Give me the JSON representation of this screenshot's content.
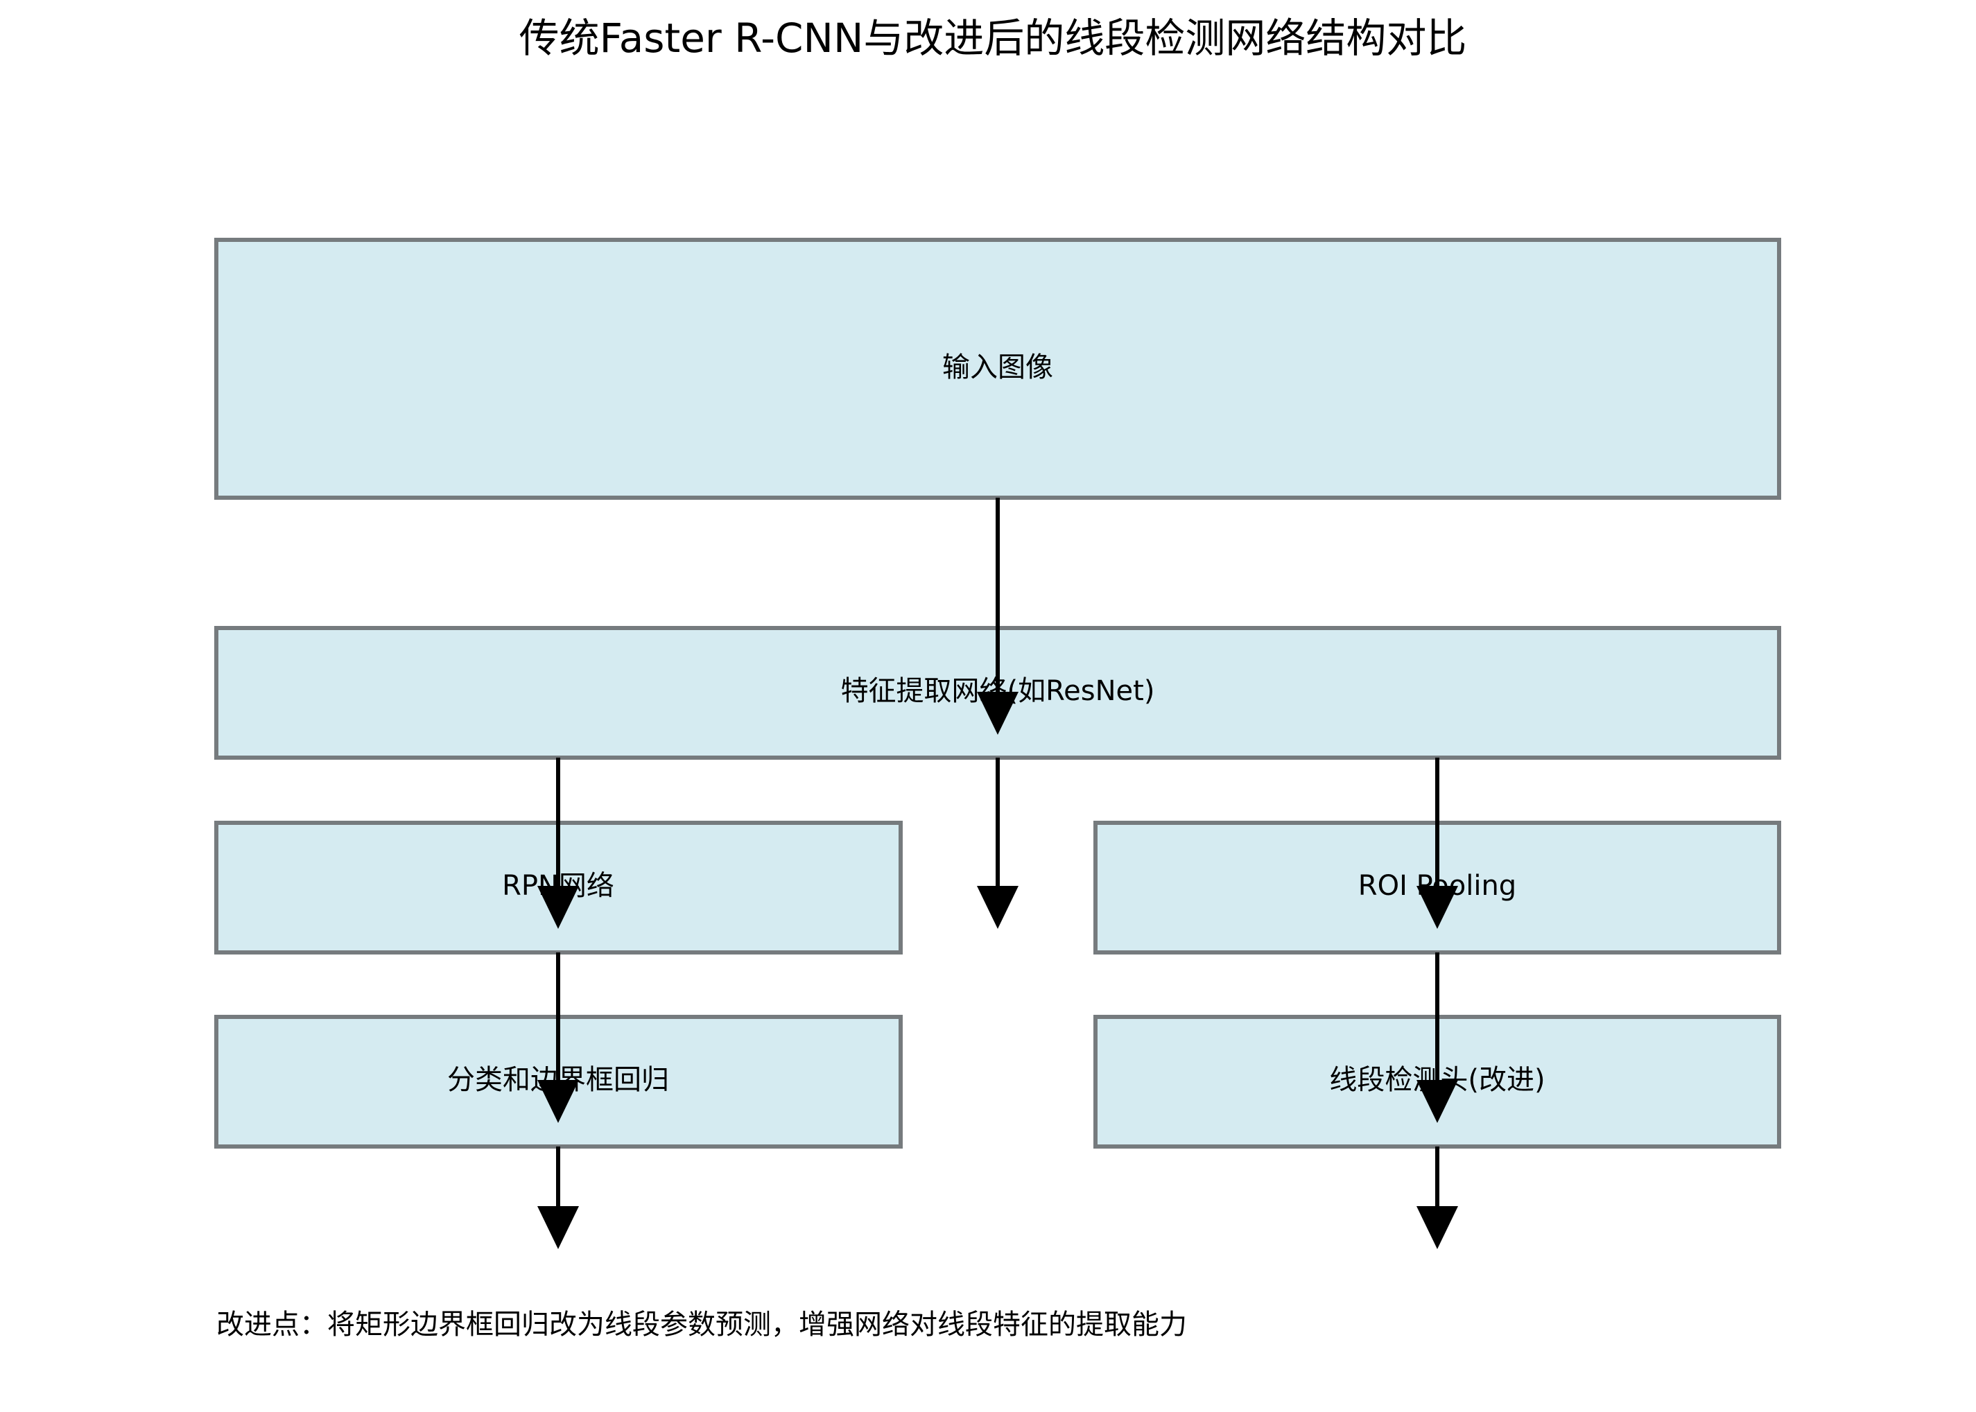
{
  "title": "传统Faster R-CNN与改进后的线段检测网络结构对比",
  "boxes": {
    "input_image": "输入图像",
    "feature_extraction": "特征提取网络(如ResNet)",
    "rpn": "RPN网络",
    "classification_bbox": "分类和边界框回归",
    "roi_pooling": "ROI Pooling",
    "line_detection_head": "线段检测头(改进)"
  },
  "note": "改进点：将矩形边界框回归改为线段参数预测，增强网络对线段特征的提取能力",
  "colors": {
    "box_fill": "#d5ebf1",
    "box_stroke": "#767b7e",
    "arrow": "#000000"
  }
}
